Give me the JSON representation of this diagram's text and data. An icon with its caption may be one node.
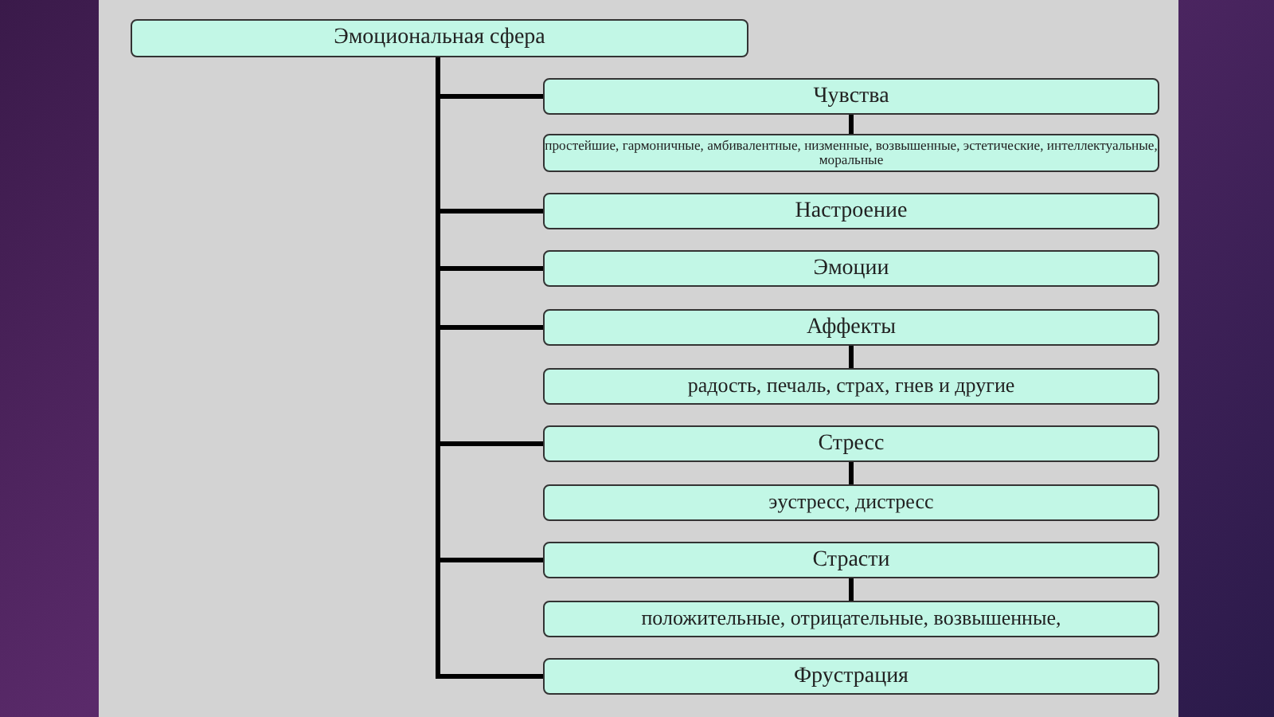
{
  "diagram": {
    "nodes": [
      {
        "text": [
          "Эмоциональная сфера"
        ]
      },
      {
        "text": [
          "Чувства"
        ]
      },
      {
        "text": [
          "простейшие, гармоничные, амбивалентные, низменные, возвышенные, эстетические, интеллектуальные, моральные"
        ]
      },
      {
        "text": [
          "Настроение"
        ]
      },
      {
        "text": [
          "Эмоции"
        ]
      },
      {
        "text": [
          "Аффекты"
        ]
      },
      {
        "text": [
          "радость, печаль, страх, гнев и другие"
        ]
      },
      {
        "text": [
          "Стресс"
        ]
      },
      {
        "text": [
          "эустресс, дистресс"
        ]
      },
      {
        "text": [
          "Страсти"
        ]
      },
      {
        "text": [
          "положительные, отрицательные, возвышенные,"
        ]
      },
      {
        "text": [
          "Фрустрация"
        ]
      }
    ],
    "edges": [
      {
        "from": 0,
        "to": 1,
        "arrow": "none"
      },
      {
        "from": 0,
        "to": 3,
        "arrow": "none"
      },
      {
        "from": 0,
        "to": 4,
        "arrow": "none"
      },
      {
        "from": 0,
        "to": 5,
        "arrow": "none"
      },
      {
        "from": 0,
        "to": 7,
        "arrow": "none"
      },
      {
        "from": 0,
        "to": 9,
        "arrow": "none"
      },
      {
        "from": 0,
        "to": 11,
        "arrow": "none"
      },
      {
        "from": 1,
        "to": 2,
        "arrow": "none"
      },
      {
        "from": 5,
        "to": 6,
        "arrow": "none"
      },
      {
        "from": 7,
        "to": 8,
        "arrow": "none"
      },
      {
        "from": 9,
        "to": 10,
        "arrow": "none"
      }
    ]
  }
}
